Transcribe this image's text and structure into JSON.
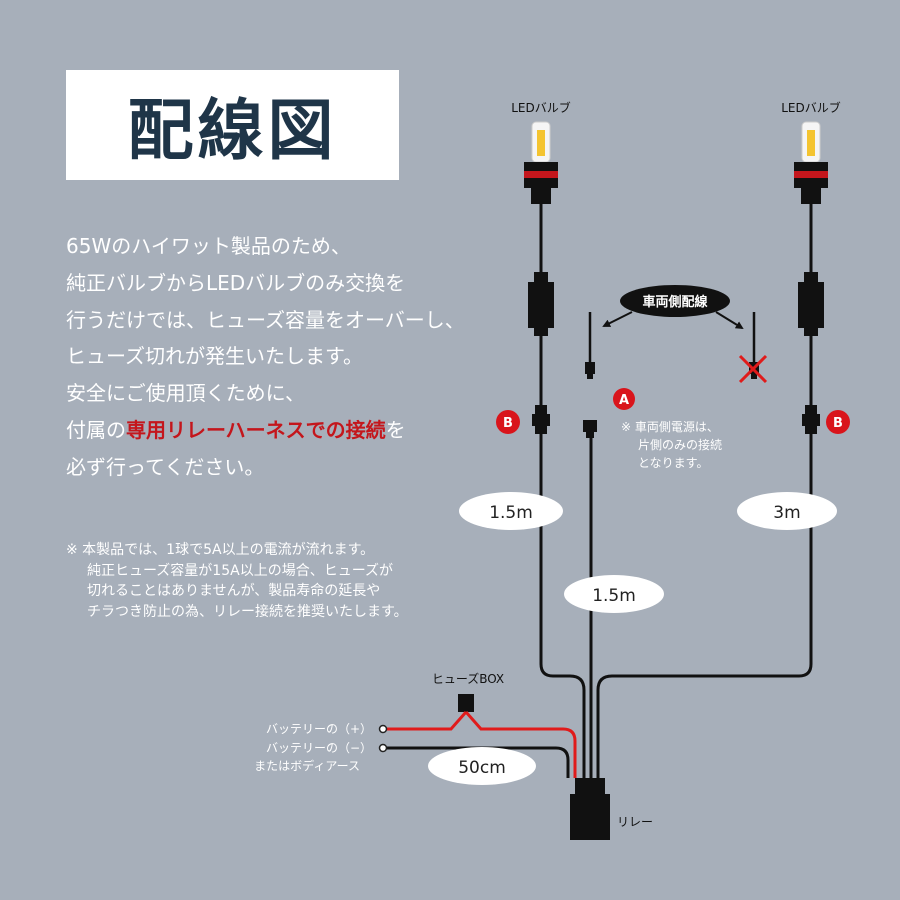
{
  "title": "配線図",
  "description": {
    "line1": "65Wのハイワット製品のため、",
    "line2": "純正バルブからLEDバルブのみ交換を",
    "line3": "行うだけでは、ヒューズ容量をオーバーし、",
    "line4": "ヒューズ切れが発生いたします。",
    "line5": "安全にご使用頂くために、",
    "line6_pre": "付属の",
    "line6_highlight": "専用リレーハーネスでの接続",
    "line6_post": "を",
    "line7": "必ず行ってください。"
  },
  "note": {
    "line1": "※ 本製品では、1球で5A以上の電流が流れます。",
    "line2": "純正ヒューズ容量が15A以上の場合、ヒューズが",
    "line3": "切れることはありませんが、製品寿命の延長や",
    "line4": "チラつき防止の為、リレー接続を推奨いたします。"
  },
  "diagram": {
    "led_bulb_left": "LEDバルブ",
    "led_bulb_right": "LEDバルブ",
    "vehicle_wiring": "車両側配線",
    "marker_a": "A",
    "marker_b_left": "B",
    "marker_b_right": "B",
    "power_note": {
      "line1": "※ 車両側電源は、",
      "line2": "片側のみの接続",
      "line3": "となります。"
    },
    "length_left": "1.5m",
    "length_right": "3m",
    "length_center": "1.5m",
    "length_battery": "50cm",
    "fuse_box": "ヒューズBOX",
    "battery_plus": "バッテリーの（+）",
    "battery_minus": "バッテリーの（−）",
    "body_earth": "またはボディアース",
    "relay": "リレー"
  },
  "colors": {
    "background": "#a7afba",
    "title_text": "#1f3548",
    "highlight": "#c4161c",
    "wire_black": "#111111",
    "wire_red": "#e01b1b",
    "marker_red": "#d9141b"
  }
}
